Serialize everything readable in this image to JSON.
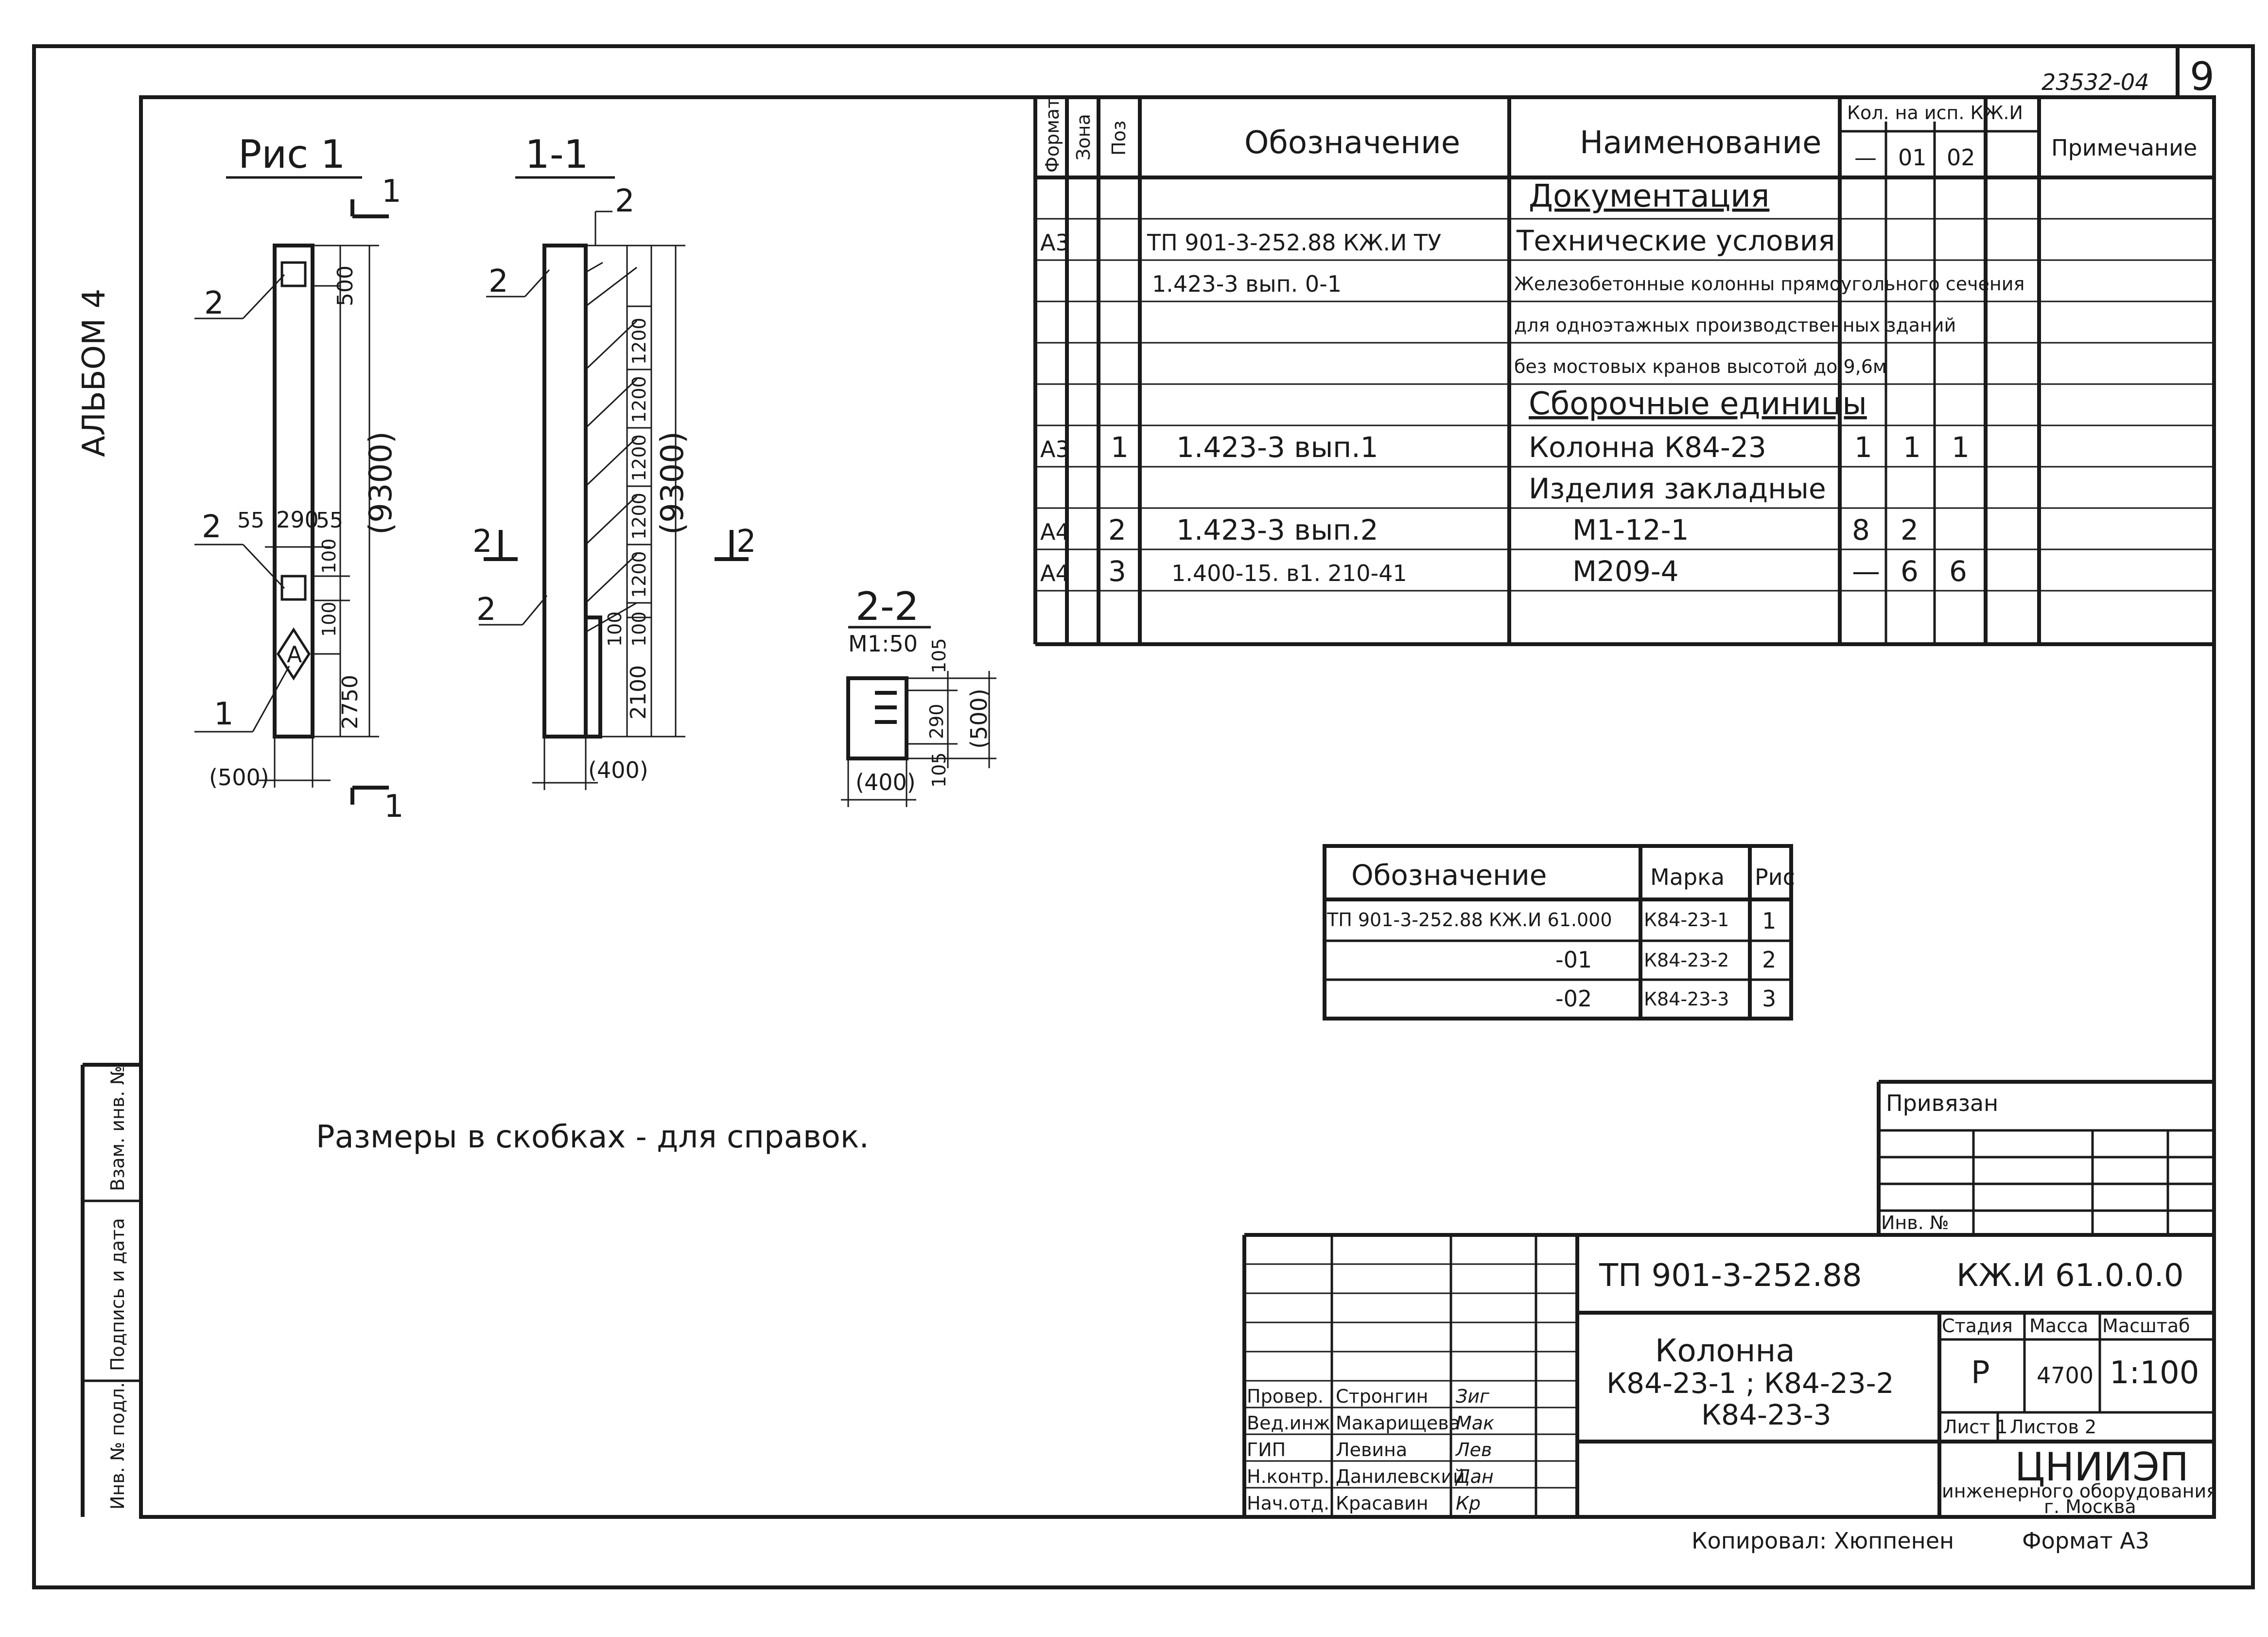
{
  "sheet": {
    "doc_number": "23532-04",
    "page": "9",
    "album": "АЛЬБОМ 4"
  },
  "figure": {
    "view1_title": "Рис 1",
    "view2_title": "1-1",
    "section_title": "2-2",
    "section_scale": "М1:50",
    "cut1": "1",
    "cut2": "2",
    "pos1": "1",
    "pos2": "2",
    "badge": "А",
    "dims": {
      "d500": "500",
      "d9300": "(9300)",
      "d55a": "55",
      "d290": "290",
      "d55b": "55",
      "d100": "100",
      "d2750": "2750",
      "d500b": "(500)",
      "d1200": "1200",
      "d2100": "2100",
      "d400": "(400)",
      "d105": "105",
      "d500c": "(500)"
    }
  },
  "spec": {
    "headers": {
      "format": "Формат",
      "zone": "Зона",
      "pos": "Поз",
      "designation": "Обозначение",
      "name": "Наименование",
      "qty": "Кол. на исп. КЖ.И",
      "q0": "—",
      "q1": "01",
      "q2": "02",
      "note": "Примечание"
    },
    "rows": [
      {
        "format": "",
        "pos": "",
        "designation": "",
        "name": "Документация",
        "q0": "",
        "q1": "",
        "q2": ""
      },
      {
        "format": "А3",
        "pos": "",
        "designation": "ТП 901-3-252.88 КЖ.И ТУ",
        "name": "Технические условия",
        "q0": "",
        "q1": "",
        "q2": ""
      },
      {
        "format": "",
        "pos": "",
        "designation": "1.423-3 вып. 0-1",
        "name": "Железобетонные колонны прямоугольного сечения",
        "q0": "",
        "q1": "",
        "q2": ""
      },
      {
        "format": "",
        "pos": "",
        "designation": "",
        "name": "для одноэтажных производственных зданий",
        "q0": "",
        "q1": "",
        "q2": ""
      },
      {
        "format": "",
        "pos": "",
        "designation": "",
        "name": "без мостовых кранов высотой до 9,6м",
        "q0": "",
        "q1": "",
        "q2": ""
      },
      {
        "format": "",
        "pos": "",
        "designation": "",
        "name": "Сборочные единицы",
        "q0": "",
        "q1": "",
        "q2": ""
      },
      {
        "format": "А3",
        "pos": "1",
        "designation": "1.423-3 вып.1",
        "name": "Колонна К84-23",
        "q0": "1",
        "q1": "1",
        "q2": "1"
      },
      {
        "format": "",
        "pos": "",
        "designation": "",
        "name": "Изделия закладные",
        "q0": "",
        "q1": "",
        "q2": ""
      },
      {
        "format": "А4",
        "pos": "2",
        "designation": "1.423-3 вып.2",
        "name": "М1-12-1",
        "q0": "8",
        "q1": "2",
        "q2": ""
      },
      {
        "format": "А4",
        "pos": "3",
        "designation": "1.400-15. в1. 210-41",
        "name": "М209-4",
        "q0": "—",
        "q1": "6",
        "q2": "6"
      },
      {
        "format": "",
        "pos": "",
        "designation": "",
        "name": "",
        "q0": "",
        "q1": "",
        "q2": ""
      }
    ]
  },
  "marks": {
    "headers": {
      "designation": "Обозначение",
      "mark": "Марка",
      "fig": "Рис"
    },
    "rows": [
      {
        "designation": "ТП 901-3-252.88 КЖ.И 61.000",
        "mark": "К84-23-1",
        "fig": "1"
      },
      {
        "designation": "-01",
        "mark": "К84-23-2",
        "fig": "2"
      },
      {
        "designation": "-02",
        "mark": "К84-23-3",
        "fig": "3"
      }
    ]
  },
  "note": "Размеры в скобках - для справок.",
  "bound": {
    "title": "Привязан",
    "inv": "Инв. №"
  },
  "stamp": {
    "project": "ТП 901-3-252.88",
    "code": "КЖ.И 61.0.0.0",
    "title1": "Колонна",
    "title2": "К84-23-1 ; К84-23-2",
    "title3": "К84-23-3",
    "stage_label": "Стадия",
    "mass_label": "Масса",
    "scale_label": "Масштаб",
    "stage": "Р",
    "mass": "4700",
    "scale": "1:100",
    "sheet_label": "Лист 1",
    "sheets_label": "Листов 2",
    "org": "ЦНИИЭП",
    "org_sub": "инженерного оборудования",
    "city": "г. Москва",
    "people": [
      {
        "role": "Провер.",
        "name": "Стронгин",
        "sign": "Зиг"
      },
      {
        "role": "Вед.инж",
        "name": "Макарищева",
        "sign": "Мак"
      },
      {
        "role": "ГИП",
        "name": "Левина",
        "sign": "Лев"
      },
      {
        "role": "Н.контр.",
        "name": "Данилевский",
        "sign": "Дан"
      },
      {
        "role": "Нач.отд.",
        "name": "Красавин",
        "sign": "Кр"
      }
    ]
  },
  "left_stamp": {
    "a": "Инв. № подл.",
    "b": "Подпись и дата",
    "c": "Взам. инв. №"
  },
  "footer": {
    "copied": "Копировал: Хюппенен",
    "format": "Формат А3"
  }
}
